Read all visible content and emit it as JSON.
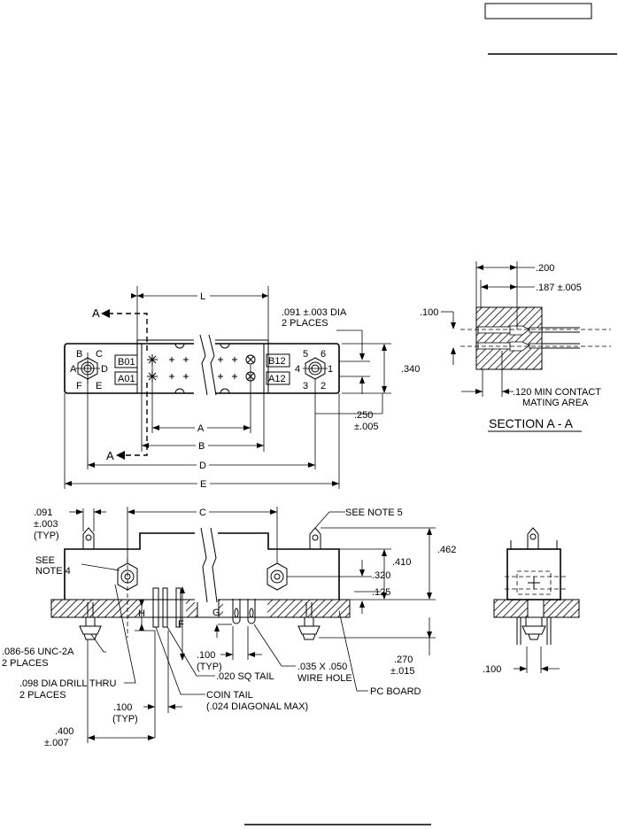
{
  "sheet": {
    "header_box_text": "",
    "footer_text": ""
  },
  "top_view": {
    "dims": {
      "L": "L",
      "A": "A",
      "B": "B",
      "D": "D",
      "E": "E",
      "hole_dia": ".091 ±.003 DIA",
      "hole_places": "2 PLACES",
      "height": ".340",
      "offset": ".250",
      "offset_tol": "±.005"
    },
    "section_marks": [
      "A",
      "A"
    ],
    "left_letters": [
      "B",
      "C",
      "A",
      "D",
      "F",
      "E"
    ],
    "right_numbers": [
      "5",
      "6",
      "4",
      "1",
      "3",
      "2"
    ],
    "tabs": [
      "B01",
      "A01",
      "B12",
      "A12"
    ]
  },
  "section_view": {
    "dims": {
      "width": ".200",
      "inner": ".187 ±.005",
      "spacing": ".100",
      "contact_1": ".120 MIN CONTACT",
      "contact_2": "MATING AREA"
    },
    "title": "SECTION  A - A"
  },
  "front_view": {
    "dims": {
      "pin_dia_1": ".091",
      "pin_dia_2": "±.003",
      "pin_dia_3": "(TYP)",
      "C": "C",
      "h_410": ".410",
      "h_462": ".462",
      "h_320": ".320",
      "h_125": ".125",
      "H": "H",
      "F": "F",
      "G": "G",
      "pitch_1": ".100",
      "pitch_2": "(TYP)",
      "t270": ".270",
      "t270_tol": "±.015",
      "t100": ".100",
      "c400": ".400",
      "c400_tol": "±.007"
    },
    "notes": {
      "see_note_5": "SEE NOTE 5",
      "see_note_4_a": "SEE",
      "see_note_4_b": "NOTE 4",
      "thread_1": ".086-56 UNC-2A",
      "thread_2": "2 PLACES",
      "drill_1": ".098 DIA DRILL THRU",
      "drill_2": "2 PLACES",
      "sq_tail": ".020 SQ TAIL",
      "wire_hole_1": ".035  X  .050",
      "wire_hole_2": "WIRE HOLE",
      "coin_tail_1": "COIN TAIL",
      "coin_tail_2": "(.024 DIAGONAL MAX)",
      "pc_board": "PC BOARD",
      "pitch_typ_1": ".100",
      "pitch_typ_2": "(TYP)"
    }
  }
}
